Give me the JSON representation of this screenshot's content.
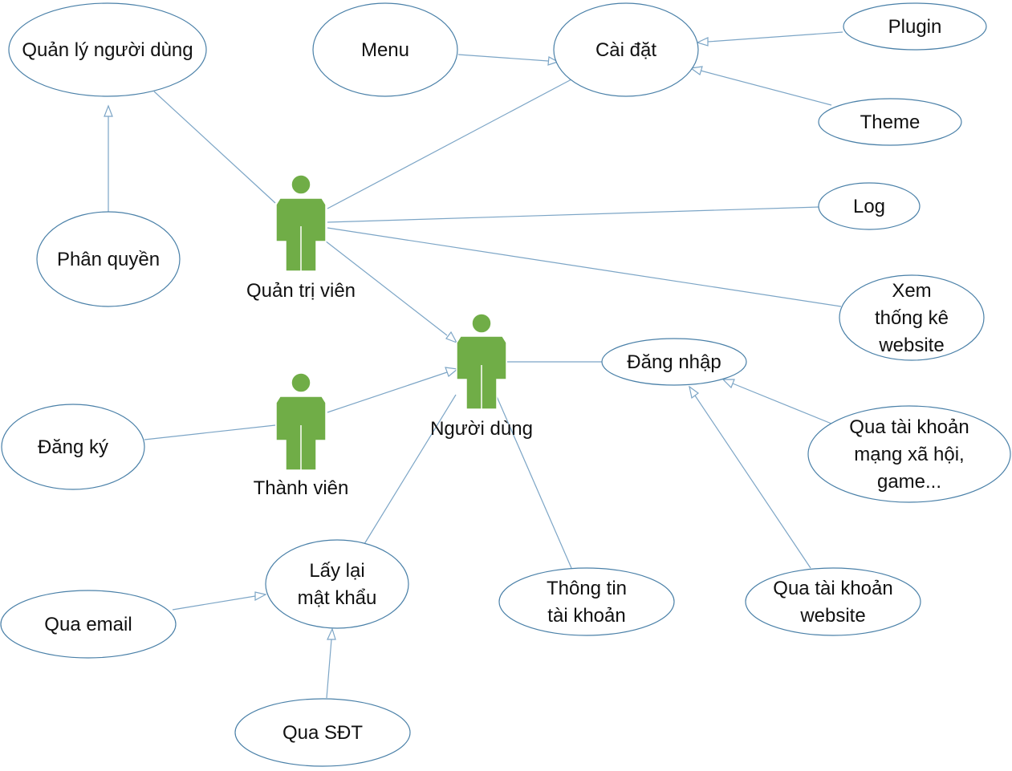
{
  "colors": {
    "actor_fill": "#70ad47",
    "usecase_stroke": "#4a80a8",
    "connector": "#7ca5c6"
  },
  "actors": {
    "admin": "Quản trị viên",
    "user": "Người dùng",
    "member": "Thành viên"
  },
  "usecases": {
    "user_management": [
      "Quản lý người dùng"
    ],
    "menu": [
      "Menu"
    ],
    "settings": [
      "Cài đặt"
    ],
    "plugin": [
      "Plugin"
    ],
    "theme": [
      "Theme"
    ],
    "log": [
      "Log"
    ],
    "permissions": [
      "Phân quyền"
    ],
    "view_stats": [
      "Xem",
      "thống kê",
      "website"
    ],
    "login": [
      "Đăng nhập"
    ],
    "register": [
      "Đăng ký"
    ],
    "social_login": [
      "Qua tài khoản",
      "mạng xã hội,",
      "game..."
    ],
    "recover_password": [
      "Lấy lại",
      "mật khẩu"
    ],
    "account_info": [
      "Thông tin",
      "tài khoản"
    ],
    "website_login": [
      "Qua tài khoản",
      "website"
    ],
    "via_email": [
      "Qua email"
    ],
    "via_phone": [
      "Qua SĐT"
    ]
  }
}
